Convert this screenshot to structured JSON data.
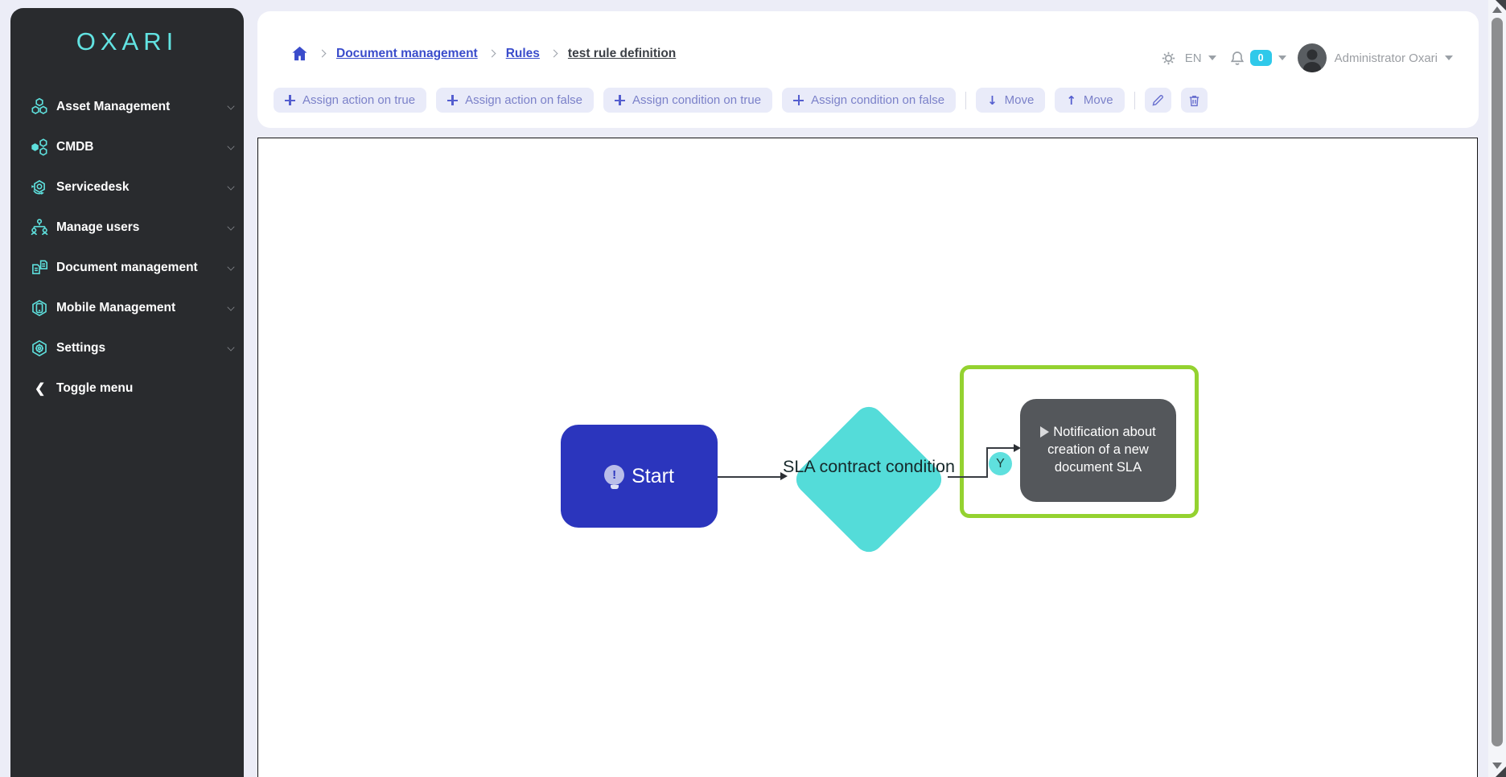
{
  "app": {
    "logo_text": "OXARI"
  },
  "sidebar": {
    "items": [
      {
        "label": "Asset Management",
        "icon": "asset-management-icon"
      },
      {
        "label": "CMDB",
        "icon": "cmdb-icon"
      },
      {
        "label": "Servicedesk",
        "icon": "servicedesk-icon"
      },
      {
        "label": "Manage users",
        "icon": "manage-users-icon"
      },
      {
        "label": "Document management",
        "icon": "document-management-icon"
      },
      {
        "label": "Mobile Management",
        "icon": "mobile-management-icon"
      },
      {
        "label": "Settings",
        "icon": "settings-icon"
      }
    ],
    "toggle_label": "Toggle menu",
    "toggle_glyph": "❮"
  },
  "breadcrumb": {
    "items": [
      "Document management",
      "Rules",
      "test rule definition"
    ]
  },
  "userbar": {
    "language": "EN",
    "notification_count": "0",
    "user_name": "Administrator Oxari"
  },
  "toolbar": {
    "assign_action_true": "Assign action on true",
    "assign_action_false": "Assign action on false",
    "assign_condition_true": "Assign condition on true",
    "assign_condition_false": "Assign condition on false",
    "move_down": "Move",
    "move_up": "Move",
    "move_down_glyph": "↓",
    "move_up_glyph": "↑"
  },
  "flowchart": {
    "start": {
      "label": "Start",
      "badge_glyph": "!"
    },
    "condition": {
      "label": "SLA contract condition"
    },
    "action": {
      "label": "Notification about creation of a new document SLA",
      "selected": true
    },
    "branch_true_label": "Y"
  },
  "colors": {
    "accent_teal": "#5ee0dd",
    "primary_blue": "#3a4ccb",
    "start_node": "#2b35bd",
    "condition_node": "#54dcd9",
    "action_node": "#54575b",
    "selection_green": "#94d230",
    "notification_badge": "#2fc9ea",
    "sidebar_bg": "#292b2e",
    "page_bg": "#ecedf7"
  }
}
